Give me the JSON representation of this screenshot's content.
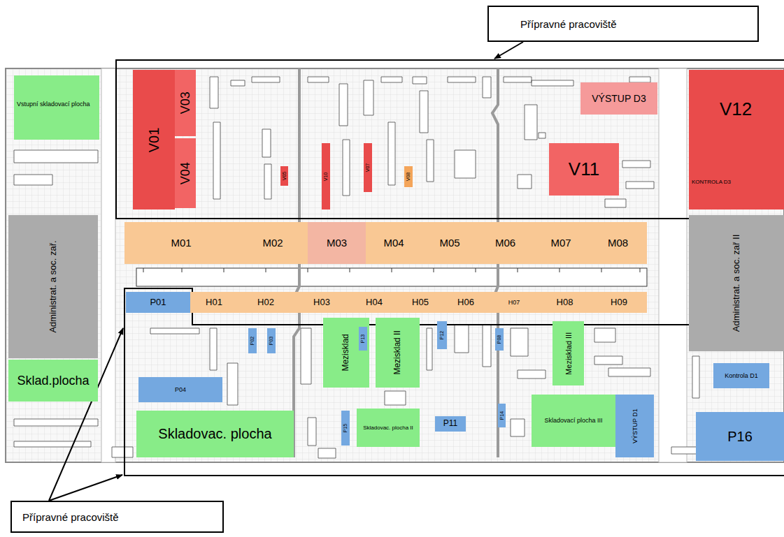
{
  "diagram": {
    "nodes": [
      {
        "text": [
          "Přípravné pracoviště"
        ]
      },
      {
        "text": [
          "Vstupní skladovací plocha"
        ]
      },
      {
        "text": [
          "V01"
        ]
      },
      {
        "text": [
          "V03"
        ]
      },
      {
        "text": [
          "V04"
        ]
      },
      {
        "text": [
          "V05"
        ]
      },
      {
        "text": [
          "V10"
        ]
      },
      {
        "text": [
          "V07"
        ]
      },
      {
        "text": [
          "V08"
        ]
      },
      {
        "text": [
          "VÝSTUP D3"
        ]
      },
      {
        "text": [
          "V11"
        ]
      },
      {
        "text": [
          "V12",
          "KONTROLA D3"
        ]
      },
      {
        "text": [
          "Administrat. a soc. zař."
        ]
      },
      {
        "text": [
          "Sklad.plocha"
        ]
      },
      {
        "text": [
          "Administrat. a soc. zař II"
        ]
      },
      {
        "text": [
          "M01"
        ]
      },
      {
        "text": [
          "M02"
        ]
      },
      {
        "text": [
          "M03"
        ]
      },
      {
        "text": [
          "M04"
        ]
      },
      {
        "text": [
          "M05"
        ]
      },
      {
        "text": [
          "M06"
        ]
      },
      {
        "text": [
          "M07"
        ]
      },
      {
        "text": [
          "M08"
        ]
      },
      {
        "text": [
          "P01"
        ]
      },
      {
        "text": [
          "H01"
        ]
      },
      {
        "text": [
          "H02"
        ]
      },
      {
        "text": [
          "H03"
        ]
      },
      {
        "text": [
          "H04"
        ]
      },
      {
        "text": [
          "H05"
        ]
      },
      {
        "text": [
          "H06"
        ]
      },
      {
        "text": [
          "H07"
        ]
      },
      {
        "text": [
          "H08"
        ]
      },
      {
        "text": [
          "H09"
        ]
      },
      {
        "text": [
          "P02"
        ]
      },
      {
        "text": [
          "P03"
        ]
      },
      {
        "text": [
          "Mezisklad"
        ]
      },
      {
        "text": [
          "P13"
        ]
      },
      {
        "text": [
          "Mezisklad II"
        ]
      },
      {
        "text": [
          "P12"
        ]
      },
      {
        "text": [
          "P08"
        ]
      },
      {
        "text": [
          "Mezisklad III"
        ]
      },
      {
        "text": [
          "Kontrola D1"
        ]
      },
      {
        "text": [
          "P04"
        ]
      },
      {
        "text": [
          "P15"
        ]
      },
      {
        "text": [
          "Skladovac. plocha II"
        ]
      },
      {
        "text": [
          "P11"
        ]
      },
      {
        "text": [
          "P14"
        ]
      },
      {
        "text": [
          "Skladovací plocha III"
        ]
      },
      {
        "text": [
          "VÝSTUP D1"
        ]
      },
      {
        "text": [
          "Skladovac. plocha"
        ]
      },
      {
        "text": [
          "P16"
        ]
      },
      {
        "text": [
          "Přípravné pracoviště"
        ]
      }
    ]
  }
}
